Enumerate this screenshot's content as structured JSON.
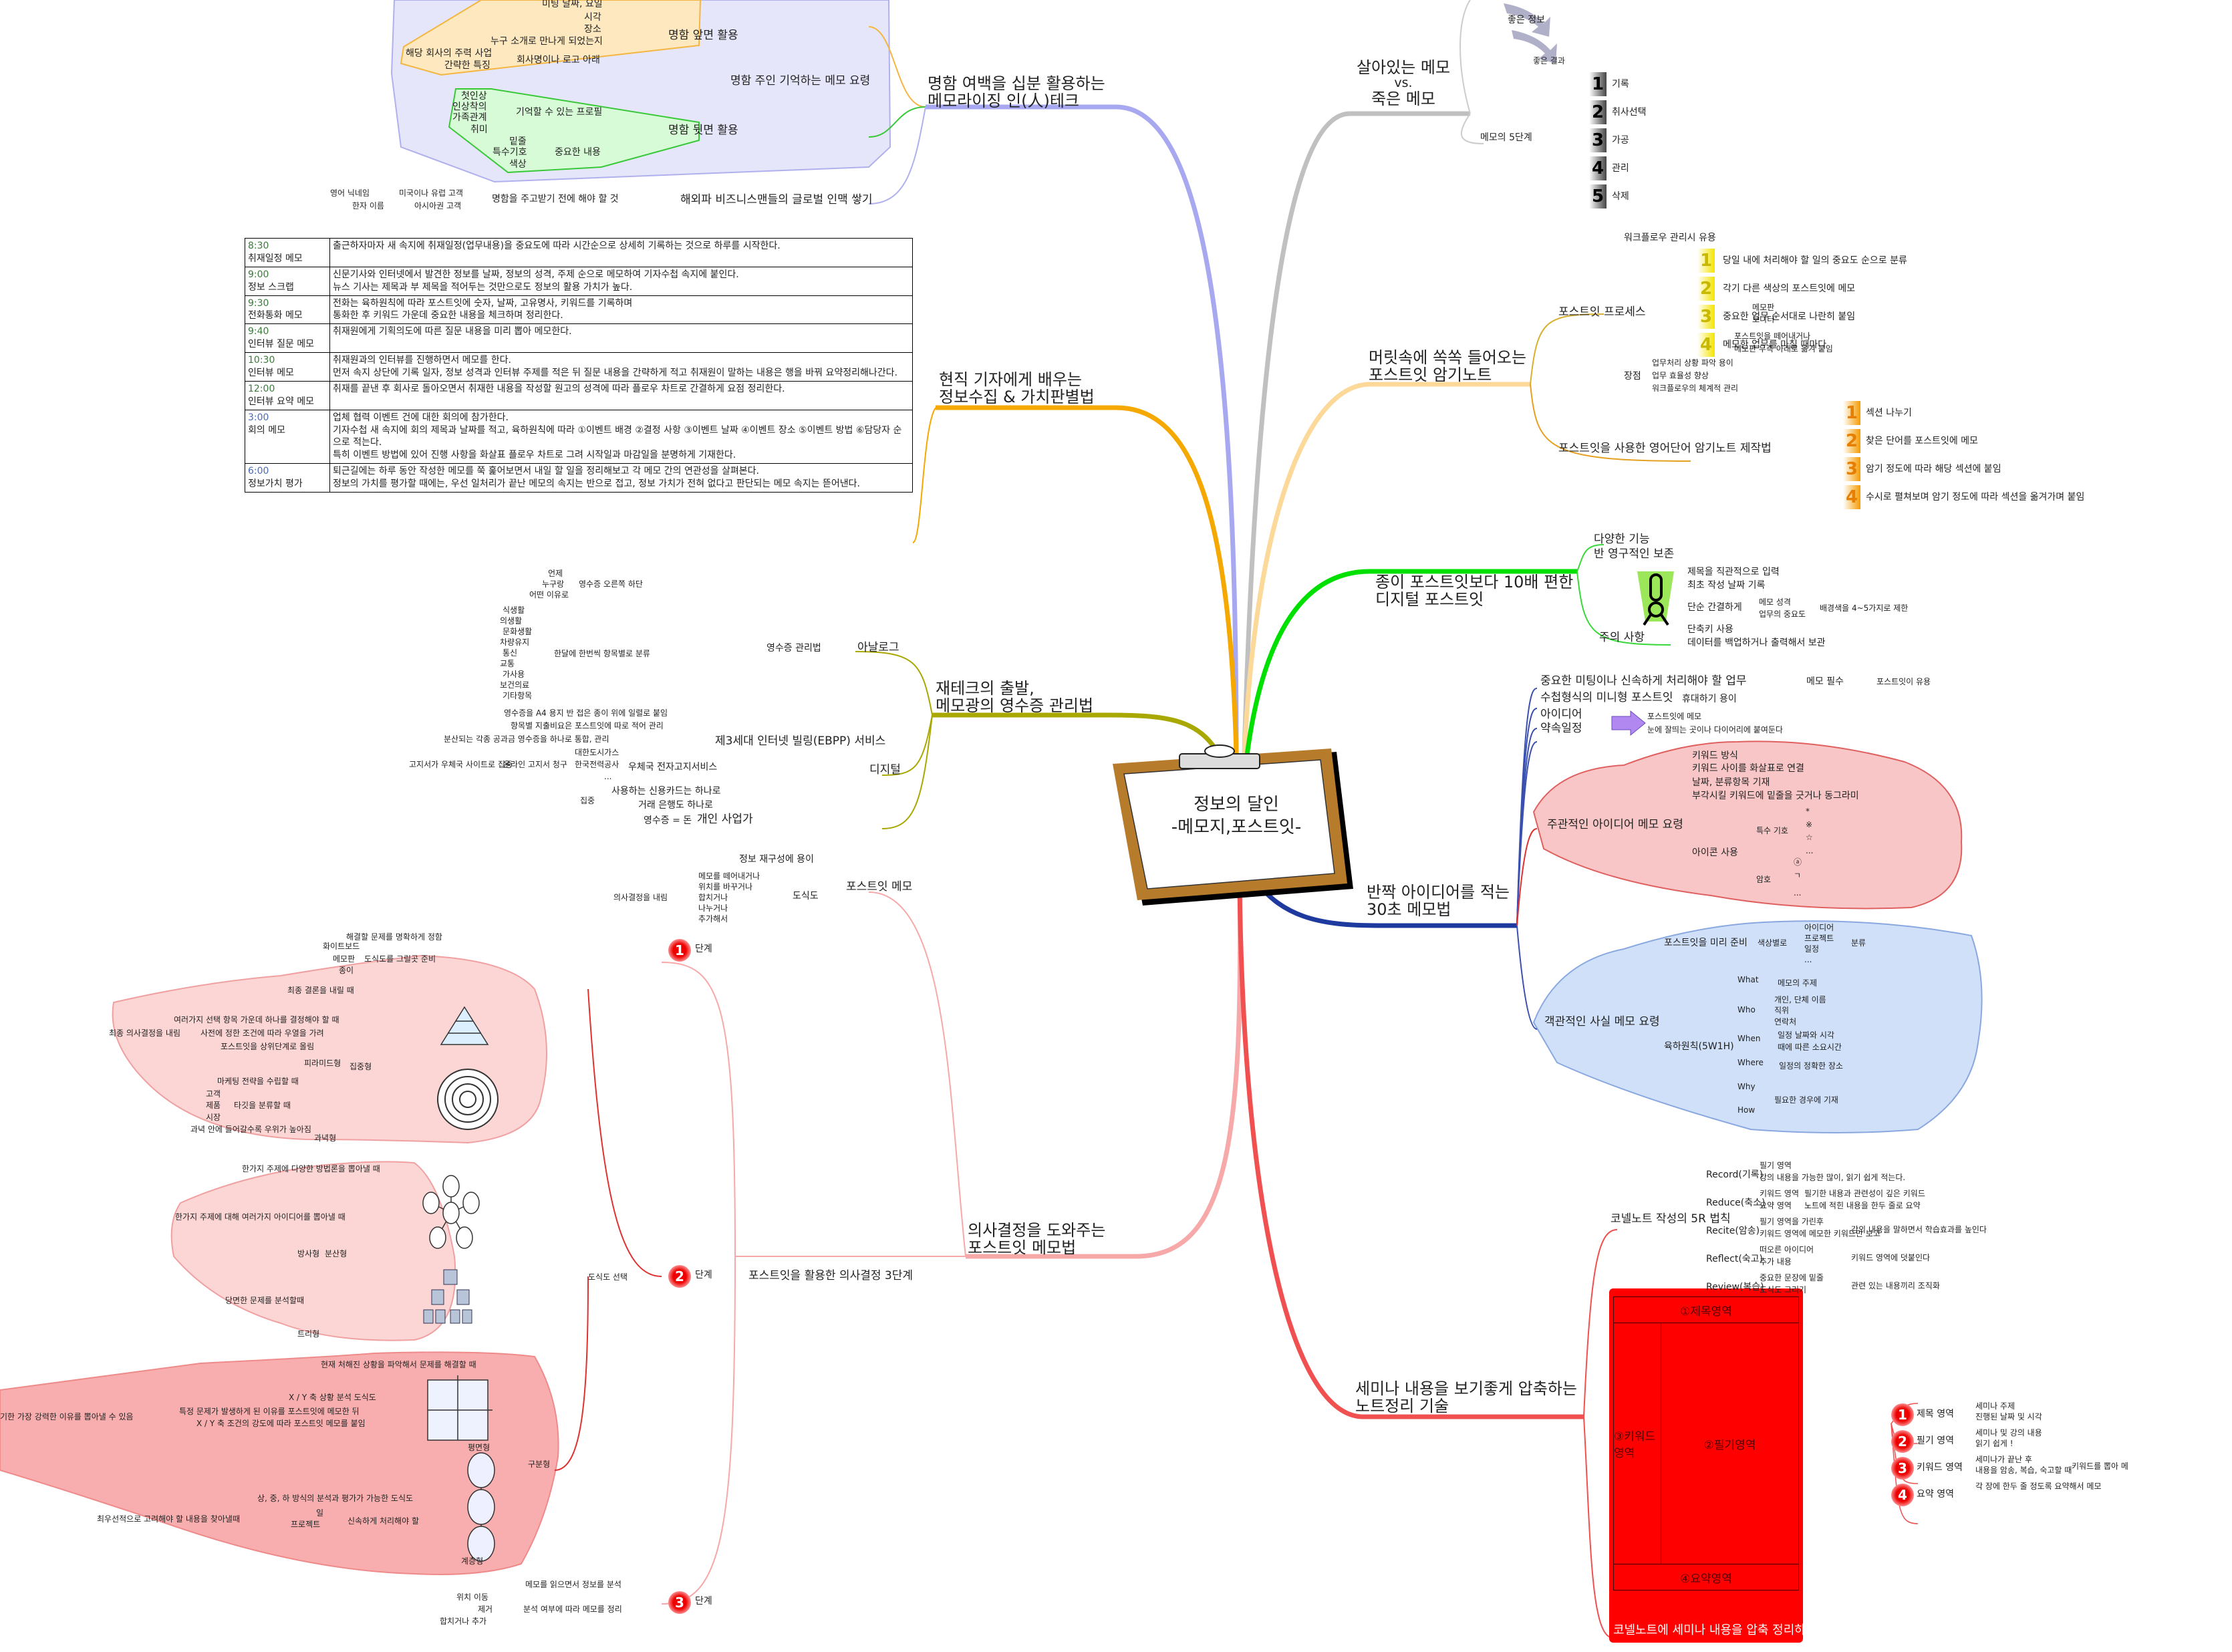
{
  "center": {
    "line1": "정보의 달인",
    "line2": "-메모지,포스트잇-"
  },
  "branches": {
    "card": {
      "title1": "명함 여백을 십분 활용하는",
      "title2": "메모라이징 인(人)테크",
      "front": {
        "label": "명함 앞면 활용",
        "items": [
          "미팅 날짜, 요일",
          "시각",
          "장소",
          "누구 소개로 만나게 되었는지"
        ],
        "company": {
          "label": "회사명이나 로고 아래",
          "items": [
            "해당 회사의 주력 사업",
            "간략한 특징"
          ]
        }
      },
      "back": {
        "label": "명함 뒷면 활용",
        "profile": {
          "label": "기억할 수 있는 프로필",
          "items": [
            "첫인상",
            "인상착의",
            "가족관계",
            "취미"
          ]
        },
        "important": {
          "label": "중요한 내용",
          "items": [
            "밑줄",
            "특수기호",
            "색상"
          ]
        }
      },
      "key": "명함 주인 기억하는 메모 요령",
      "global": {
        "label": "해외파 비즈니스맨들의 글로벌 인맥 쌓기",
        "before": "명함을 주고받기 전에 해야 할 것",
        "west": "미국이나 유럽 고객",
        "west_tip": "영어 닉네임",
        "asia": "아시아권 고객",
        "asia_tip": "한자 이름"
      }
    },
    "reporter": {
      "title1": "현직 기자에게 배우는",
      "title2": "정보수집 & 가치판별법",
      "schedule": [
        {
          "time": "8:30",
          "name": "취재일정 메모",
          "desc": [
            "출근하자마자 새 속지에 취재일정(업무내용)을 중요도에 따라 시간순으로 상세히 기록하는 것으로 하루를 시작한다."
          ]
        },
        {
          "time": "9:00",
          "name": "정보 스크랩",
          "desc": [
            "신문기사와 인터넷에서 발견한 정보를 날짜, 정보의 성격, 주제 순으로 메모하여 기자수첩 속지에 붙인다.",
            "뉴스 기사는 제목과 부 제목을 적어두는 것만으로도 정보의 활용 가치가 높다."
          ]
        },
        {
          "time": "9:30",
          "name": "전화통화 메모",
          "desc": [
            "전화는 육하원칙에 따라 포스트잇에 숫자, 날짜, 고유명사, 키워드를 기록하며",
            "통화한 후 키워드 가운데 중요한 내용을 체크하며 정리한다."
          ]
        },
        {
          "time": "9:40",
          "name": "인터뷰 질문 메모",
          "desc": [
            "취재원에게 기획의도에 따른 질문 내용을 미리 뽑아 메모한다."
          ]
        },
        {
          "time": "10:30",
          "name": "인터뷰 메모",
          "desc": [
            "취재원과의 인터뷰를 진행하면서 메모를 한다.",
            "먼저 속지 상단에 기록 일자, 정보 성격과 인터뷰 주제를 적은 뒤 질문 내용을 간략하게 적고 취재원이 말하는 내용은 행을 바꿔 요약정리해나간다."
          ]
        },
        {
          "time": "12:00",
          "name": "인터뷰 요약 메모",
          "desc": [
            "취재를 끝낸 후 회사로 돌아오면서 취재한 내용을 작성할 원고의 성격에 따라 플로우 차트로 간결하게 요점 정리한다."
          ]
        },
        {
          "time": "3:00",
          "name": "회의 메모",
          "desc": [
            "업체 협력 이벤트 건에 대한 회의에 참가한다.",
            "기자수첩 새 속지에 회의 제목과 날짜를 적고, 육하원칙에 따라 ①이벤트 배경 ②결정 사항 ③이벤트 날짜 ④이벤트 장소 ⑤이벤트 방법 ⑥담당자 순으로 적는다.",
            "특히 이벤트 방법에 있어 진행 사항을 화살표 플로우 차트로 그려 시작일과 마감일을 분명하게 기재한다."
          ]
        },
        {
          "time": "6:00",
          "name": "정보가치 평가",
          "desc": [
            "퇴근길에는 하루 동안 작성한 메모를 쭉 훑어보면서 내일 할 일을 정리해보고 각 메모 간의 연관성을 살펴본다.",
            "정보의 가치를 평가할 때에는, 우선 일처리가 끝난 메모의 속지는 반으로 접고, 정보 가치가 전혀 없다고 판단되는 메모 속지는 뜯어낸다."
          ]
        }
      ]
    },
    "receipt": {
      "title1": "재테크의 출발,",
      "title2": "메모광의 영수증 관리법",
      "analog": "아날로그",
      "mgmt": "영수증 관리법",
      "corner": {
        "label": "영수증 오른쪽 하단",
        "items": [
          "언제",
          "누구랑",
          "어떤 이유로"
        ]
      },
      "monthly": {
        "label": "한달에 한번씩 항목별로 분류",
        "items": [
          "식생활",
          "의생활",
          "문화생활",
          "차량유지",
          "통신",
          "교통",
          "가사용",
          "보건의료",
          "기타항목"
        ]
      },
      "a4": "영수증을 A4 용지 반 접은 종이 위에 일렬로 붙임",
      "ratio": "항목별 지출비요은 포스트잇에 따로 적어 관리",
      "digital": "디지털",
      "ebpp": "제3세대 인터넷 빌링(EBPP) 서비스",
      "ebpp_note": "분산되는 각종 공과금 영수증을 하나로 통합, 관리",
      "postal": "우체국 전자고지서비스",
      "postal_items": [
        "대한도시가스",
        "한국전력공사",
        "..."
      ],
      "online": "온라인 고지서 청구",
      "online_note": "고지서가 우체국 사이트로 집중",
      "focus": "집중",
      "card_one": "사용하는 신용카드는 하나로",
      "bank_one": "거래 은행도 하나로",
      "personal": "개인 사업가",
      "money": "영수증 = 돈"
    },
    "decision": {
      "title1": "의사결정을 도와주는",
      "title2": "포스트잇 메모법",
      "postit": "포스트잇 메모",
      "reconstruct": "정보 재구성에 용이",
      "diagram": "도식도",
      "diagram_items": [
        "메모를 떼어내거나",
        "위치를 바꾸거나",
        "합치거나",
        "나누거나",
        "추가해서"
      ],
      "decide": "의사결정을 내림",
      "three": "포스트잇을 활용한 의사결정 3단계",
      "stage": "단계",
      "s1": {
        "define": "해결할 문제를 명확하게 정함",
        "prepare": "도식도를 그릴곳 준비",
        "tools": [
          "화이트보드",
          "메모판",
          "종이"
        ]
      },
      "s2": {
        "select": "도식도 선택",
        "concentrate": "집중형",
        "final": "최종 결론을 내릴 때",
        "pyramid": "피라미드형",
        "pyr_items": [
          "여러가지 선택 항목 가운데 하나를 결정해야 할 때",
          "사전에 정한 조건에 따라 우열을 가려",
          "포스트잇을 상위단계로 올림"
        ],
        "final_decision": "최종 의사결정을 내림",
        "target": "과녁형",
        "marketing": "마케팅 전략을 수립할 때",
        "target_sort": "타깃을 분류할 때",
        "target_items": [
          "고객",
          "제품",
          "시장"
        ],
        "bullseye": "과녁 안에 들어갈수록 우위가 높아짐",
        "spread": "분산형",
        "radial": "방사형",
        "radial_note": "한가지 주제에 다양한 방법론을 뽑아낼 때",
        "radial_note2": "한가지 주제에 대해 여러가지 아이디어를 뽑아낼 때",
        "tree": "트리형",
        "tree_note": "당면한 문제를 분석할때",
        "divide": "구분형",
        "plane": "평면형",
        "plane_note": "현재 처해진 상황을 파악해서 문제를 해결할 때",
        "xy": "X / Y 축 상황 분석 도식도",
        "xy_items": [
          "특정 문제가 발생하게 된 이유를 포스트잇에 메모한 뒤",
          "X / Y 축 조건의 강도에 따라 포스트잇 메모를 붙임"
        ],
        "xy_result": "기한 가장 강력한 이유를 뽑아낼 수 있음",
        "layer": "계층형",
        "layer_note": "상, 중, 하 방식의 분석과 평가가 가능한 도식도",
        "urgent": "신속하게 처리해야 할",
        "urgent_items": [
          "일",
          "프로젝트"
        ],
        "priority": "최우선적으로 고려해야 할 내용을 찾아낼때"
      },
      "s3": {
        "analyze": "메모를 읽으면서 정보를 분석",
        "arrange": "분석 여부에 따라 메모를 정리",
        "items": [
          "위치 이동",
          "제거",
          "합치거나 추가"
        ]
      }
    },
    "alive": {
      "title1": "살아있는 메모",
      "title2": "vs.",
      "title3": "죽은 메모",
      "good_info": "좋은 정보",
      "good_result": "좋은 결과",
      "steps_label": "메모의 5단계",
      "steps": [
        "기록",
        "취사선택",
        "가공",
        "관리",
        "삭제"
      ]
    },
    "memorize": {
      "title1": "머릿속에 쏙쏙 들어오는",
      "title2": "포스트잇 암기노트",
      "process": "포스트잇 프로세스",
      "workflow": "워크플로우 관리시 유용",
      "process_steps": [
        "당일 내에 처리해야 할 일의 중요도 순으로 분류",
        "각기 다른 색상의 포스트잇에 메모",
        "중요한 업무 순서대로 나란히 붙임",
        "메모한 업무를 마칠 때마다"
      ],
      "step3_targets": [
        "메모판",
        "모니터"
      ],
      "step4_targets": [
        "포스트잇을 떼어내거나",
        "메모판 우측 아래로 옮겨 붙임"
      ],
      "merits": "장점",
      "merit_items": [
        "업무처리 상황 파악 용이",
        "업무 효율성 향상",
        "워크플로우의 체계적 관리"
      ],
      "vocab": "포스트잇을 사용한 영어단어 암기노트 제작법",
      "vocab_steps": [
        "섹션 나누기",
        "찾은 단어를 포스트잇에 메모",
        "암기 정도에 따라 해당 섹션에 붙임",
        "수시로 펼쳐보며 암기 정도에 따라 섹션을 옮겨가며 붙임"
      ]
    },
    "digital": {
      "title1": "종이 포스트잇보다 10배 편한",
      "title2": "디지털 포스트잇",
      "features": [
        "다양한 기능",
        "반 영구적인 보존"
      ],
      "caution": "주의 사항",
      "caution_items": [
        "제목을 직관적으로 입력",
        "최초 작성 날짜 기록",
        "단순 간결하게",
        "단축키 사용",
        "데이터를 백업하거나 출력해서 보관"
      ],
      "simple_items": [
        "메모 성격",
        "업무의 중요도"
      ],
      "simple_note": "배경색을 4~5가지로 제한"
    },
    "thirty": {
      "title1": "반짝 아이디어를 적는",
      "title2": "30초 메모법",
      "meeting": "중요한 미팅이나 신속하게 처리해야 할 업무",
      "must": "메모 필수",
      "useful": "포스트잇이 유용",
      "mini": "수첩형식의 미니형 포스트잇",
      "portable": "휴대하기 용이",
      "idea": "아이디어",
      "appointment": "약속일정",
      "memo_on": "포스트잇에 메모",
      "stick": "눈에 잘띄는 곳이나 다이어리에 붙여둔다",
      "subjective": "주관적인 아이디어 메모 요령",
      "subj_items": [
        "키워드 방식",
        "키워드 사이를 화살표로 연결",
        "날짜, 분류항목 기재",
        "부각시킬 키워드에 밑줄을 긋거나 동그라미"
      ],
      "icons": "아이콘 사용",
      "special": "특수 기호",
      "special_items": [
        "*",
        "※",
        "☆",
        "..."
      ],
      "code": "암호",
      "code_items": [
        "ⓐ",
        "ㄱ",
        "..."
      ],
      "objective": "객관적인 사실 메모 요령",
      "prepare": "포스트잇을 미리 준비",
      "by_color": "색상별로",
      "color_items": [
        "아이디어",
        "프로젝트",
        "일정",
        "..."
      ],
      "classify": "분류",
      "w5h1": "육하원칙(5W1H)",
      "what": "What",
      "what_note": "메모의 주제",
      "who": "Who",
      "who_items": [
        "개인, 단체 이름",
        "직위",
        "연락처"
      ],
      "when": "When",
      "when_items": [
        "일정 날짜와 시각",
        "때에 따른 소요시간"
      ],
      "where": "Where",
      "where_note": "일정의 정확한 장소",
      "why": "Why",
      "how": "How",
      "needed": "필요한 경우에 기재"
    },
    "cornell": {
      "title1": "세미나 내용을 보기좋게 압축하는",
      "title2": "노트정리 기술",
      "rule": "코넬노트 작성의 5R 법칙",
      "rules": [
        {
          "label": "Record(기록)",
          "items": [
            "필기 영역",
            "강의 내용을 가능한 많이, 읽기 쉽게 적는다."
          ]
        },
        {
          "label": "Reduce(축소)",
          "items": [
            "키워드 영역",
            "요약 영역"
          ],
          "notes": [
            "필기한 내용과 관련성이 깊은 키워드",
            "노트에 적힌 내용을 한두 줄로 요약"
          ]
        },
        {
          "label": "Recite(암송)",
          "items": [
            "필기 영역을 가린후",
            "키워드 영역에 메모한 키워드만 보고"
          ],
          "note": "강의 내용을 말하면서 학습효과를 높인다"
        },
        {
          "label": "Reflect(숙고)",
          "items": [
            "떠오른 아이디어",
            "추가 내용"
          ],
          "note": "키워드 영역에 덧붙인다"
        },
        {
          "label": "Review(복습)",
          "items": [
            "중요한 문장에 밑줄",
            "도식도 그리기"
          ],
          "note": "관련 있는 내용끼리 조직화"
        }
      ],
      "box": {
        "title": "①제목영역",
        "keyword": "③키워드영역",
        "note": "②필기영역",
        "summary": "④요약영역",
        "caption": "코넬노트에 세미나 내용을 압축 정리하는 요령"
      },
      "areas": [
        {
          "label": "제목 영역",
          "items": [
            "세미나 주제",
            "진행된 날짜 및 시각"
          ]
        },
        {
          "label": "필기 영역",
          "items": [
            "세미나 및 강의 내용",
            "읽기 쉽게 !"
          ]
        },
        {
          "label": "키워드 영역",
          "items": [
            "세미나가 끝난 후",
            "내용을 암송, 복습, 숙고할 때"
          ],
          "note": "키워드를 뽑아 메"
        },
        {
          "label": "요약 영역",
          "items": [
            "각 장에 한두 줄 정도록 요약해서 메모"
          ]
        }
      ]
    }
  },
  "colors": {
    "card": "#a8a8f0",
    "reporter": "#f5a800",
    "receipt": "#a8a800",
    "decision": "#f7a8a8",
    "alive": "#c0c0c0",
    "memorize": "#fcd899",
    "digital": "#00e000",
    "thirty": "#1e3a9e",
    "cornell": "#f05050"
  }
}
